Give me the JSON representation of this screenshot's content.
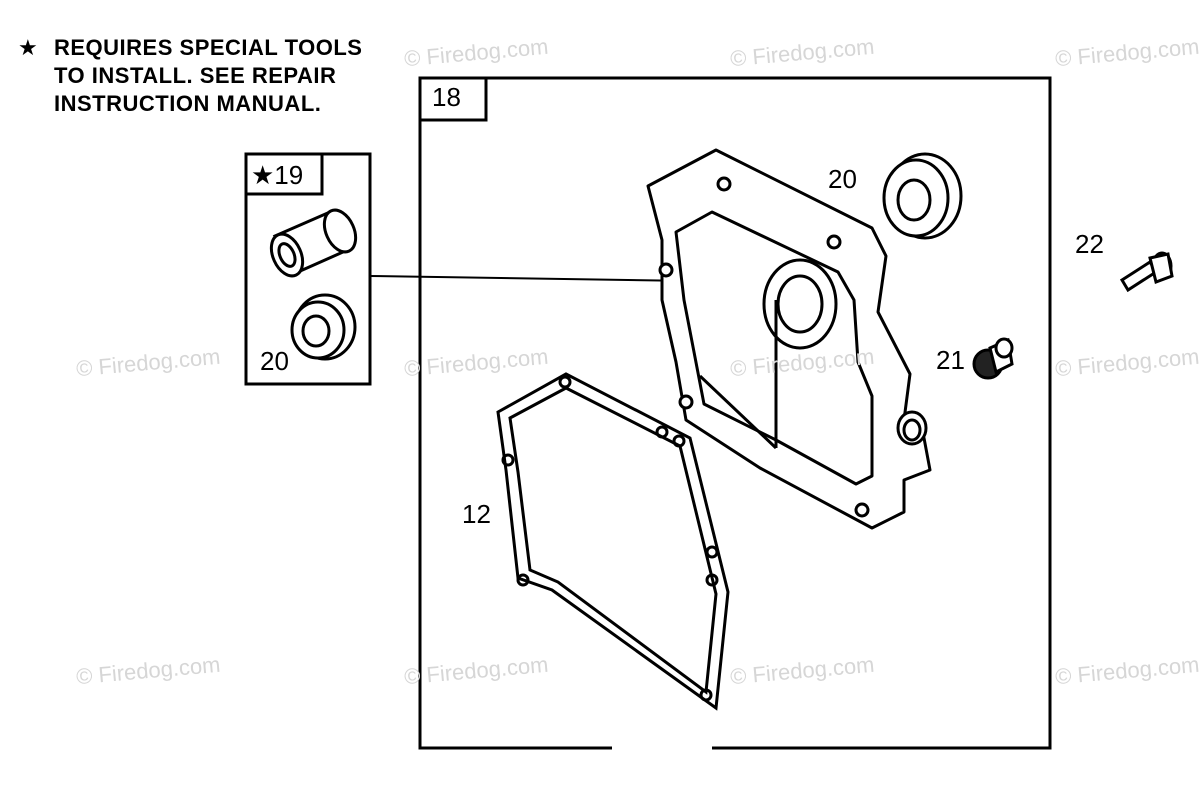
{
  "note": {
    "star": "★",
    "text": "REQUIRES SPECIAL TOOLS\nTO INSTALL.  SEE REPAIR\nINSTRUCTION MANUAL."
  },
  "boxes": {
    "main_label": "18",
    "kit_label": "★19"
  },
  "callouts": {
    "seal_top": "20",
    "seal_kit": "20",
    "bolt": "22",
    "plug": "21",
    "gasket": "12"
  },
  "watermark": "© Firedog.com"
}
